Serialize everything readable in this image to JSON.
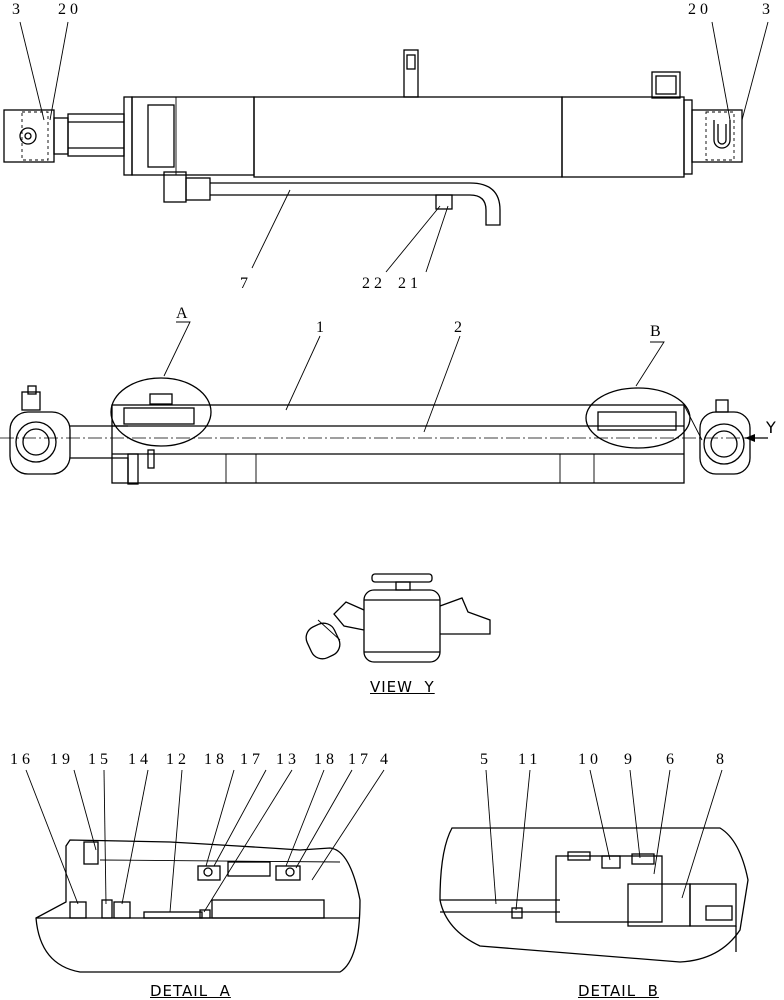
{
  "top_view": {
    "labels": {
      "left_3": "3",
      "left_20": "20",
      "right_20": "20",
      "right_3": "3",
      "hose": "7",
      "fitting_22": "22",
      "fitting_21": "21"
    }
  },
  "section_view": {
    "labels": {
      "detail_a": "A",
      "detail_b": "B",
      "tube": "1",
      "rod": "2",
      "view_arrow": "Y"
    }
  },
  "view_y": {
    "caption": "VIEW  Y"
  },
  "detail_a": {
    "caption": "DETAIL  A",
    "labels": [
      "16",
      "19",
      "15",
      "14",
      "12",
      "18",
      "17",
      "13",
      "18",
      "17",
      "4"
    ]
  },
  "detail_b": {
    "caption": "DETAIL  B",
    "labels": [
      "5",
      "11",
      "10",
      "9",
      "6",
      "8"
    ]
  }
}
